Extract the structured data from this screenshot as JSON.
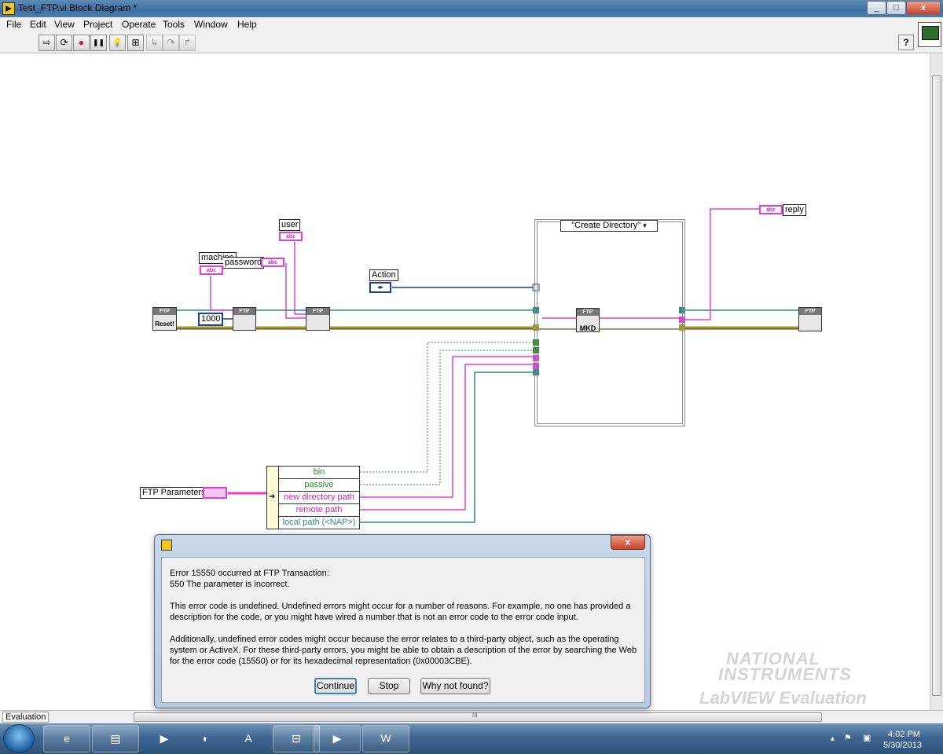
{
  "window": {
    "title": "Test_FTP.vi Block Diagram *",
    "min": "_",
    "max": "□",
    "close": "x"
  },
  "menu": {
    "items": [
      "File",
      "Edit",
      "View",
      "Project",
      "Operate",
      "Tools",
      "Window",
      "Help"
    ]
  },
  "toolbar": {
    "run": "⇨",
    "run_continuous": "⟳",
    "abort": "●",
    "pause": "❚❚",
    "highlight": "💡",
    "retain": "⊞",
    "step_into": "↳",
    "step_over": "↷",
    "step_out": "↱",
    "help": "?"
  },
  "diagram": {
    "labels": {
      "machine": "machine",
      "password": "password",
      "user": "user",
      "action": "Action",
      "reply": "reply",
      "ftp_parameters": "FTP Parameters",
      "const_1000": "1000",
      "case_selector": "\"Create Directory\"",
      "str_const": "abc"
    },
    "nodes": {
      "reset": "Reset!",
      "ftp": "FTP",
      "mkd": "MKD"
    },
    "unbundle_rows": [
      "bin",
      "passive",
      "new directory path",
      "remote path",
      "local path (<NAP>)"
    ]
  },
  "dialog": {
    "line1": "Error 15550 occurred at FTP Transaction:",
    "line2": "550 The parameter is incorrect.",
    "para1": "This error code is undefined. Undefined errors might occur for a number of reasons. For example, no one has provided a description for the code, or you might have wired a number that is not an error code to the error code input.",
    "para2": "Additionally, undefined error codes might occur because the error relates to a third-party object, such as the operating system or ActiveX. For these third-party errors, you might be able to obtain a description of the error by searching the Web for the error code (15550) or for its hexadecimal representation (0x00003CBE).",
    "close": "x",
    "continue": "Continue",
    "stop": "Stop",
    "why": "Why not found?"
  },
  "statusbar": {
    "label": "Evaluation",
    "grip": "III"
  },
  "watermark": {
    "line1": "NATIONAL",
    "line2": "INSTRUMENTS",
    "line3": "LabVIEW Evaluation Software"
  },
  "taskbar": {
    "time": "4:02 PM",
    "date": "5/30/2013"
  },
  "colors": {
    "string_wire": "#e040d8",
    "error_wire": "#a89a2a",
    "ref_wire": "#2f8a8a",
    "enum_wire": "#1c3f9a",
    "bool_wire": "#2e8a2e"
  }
}
